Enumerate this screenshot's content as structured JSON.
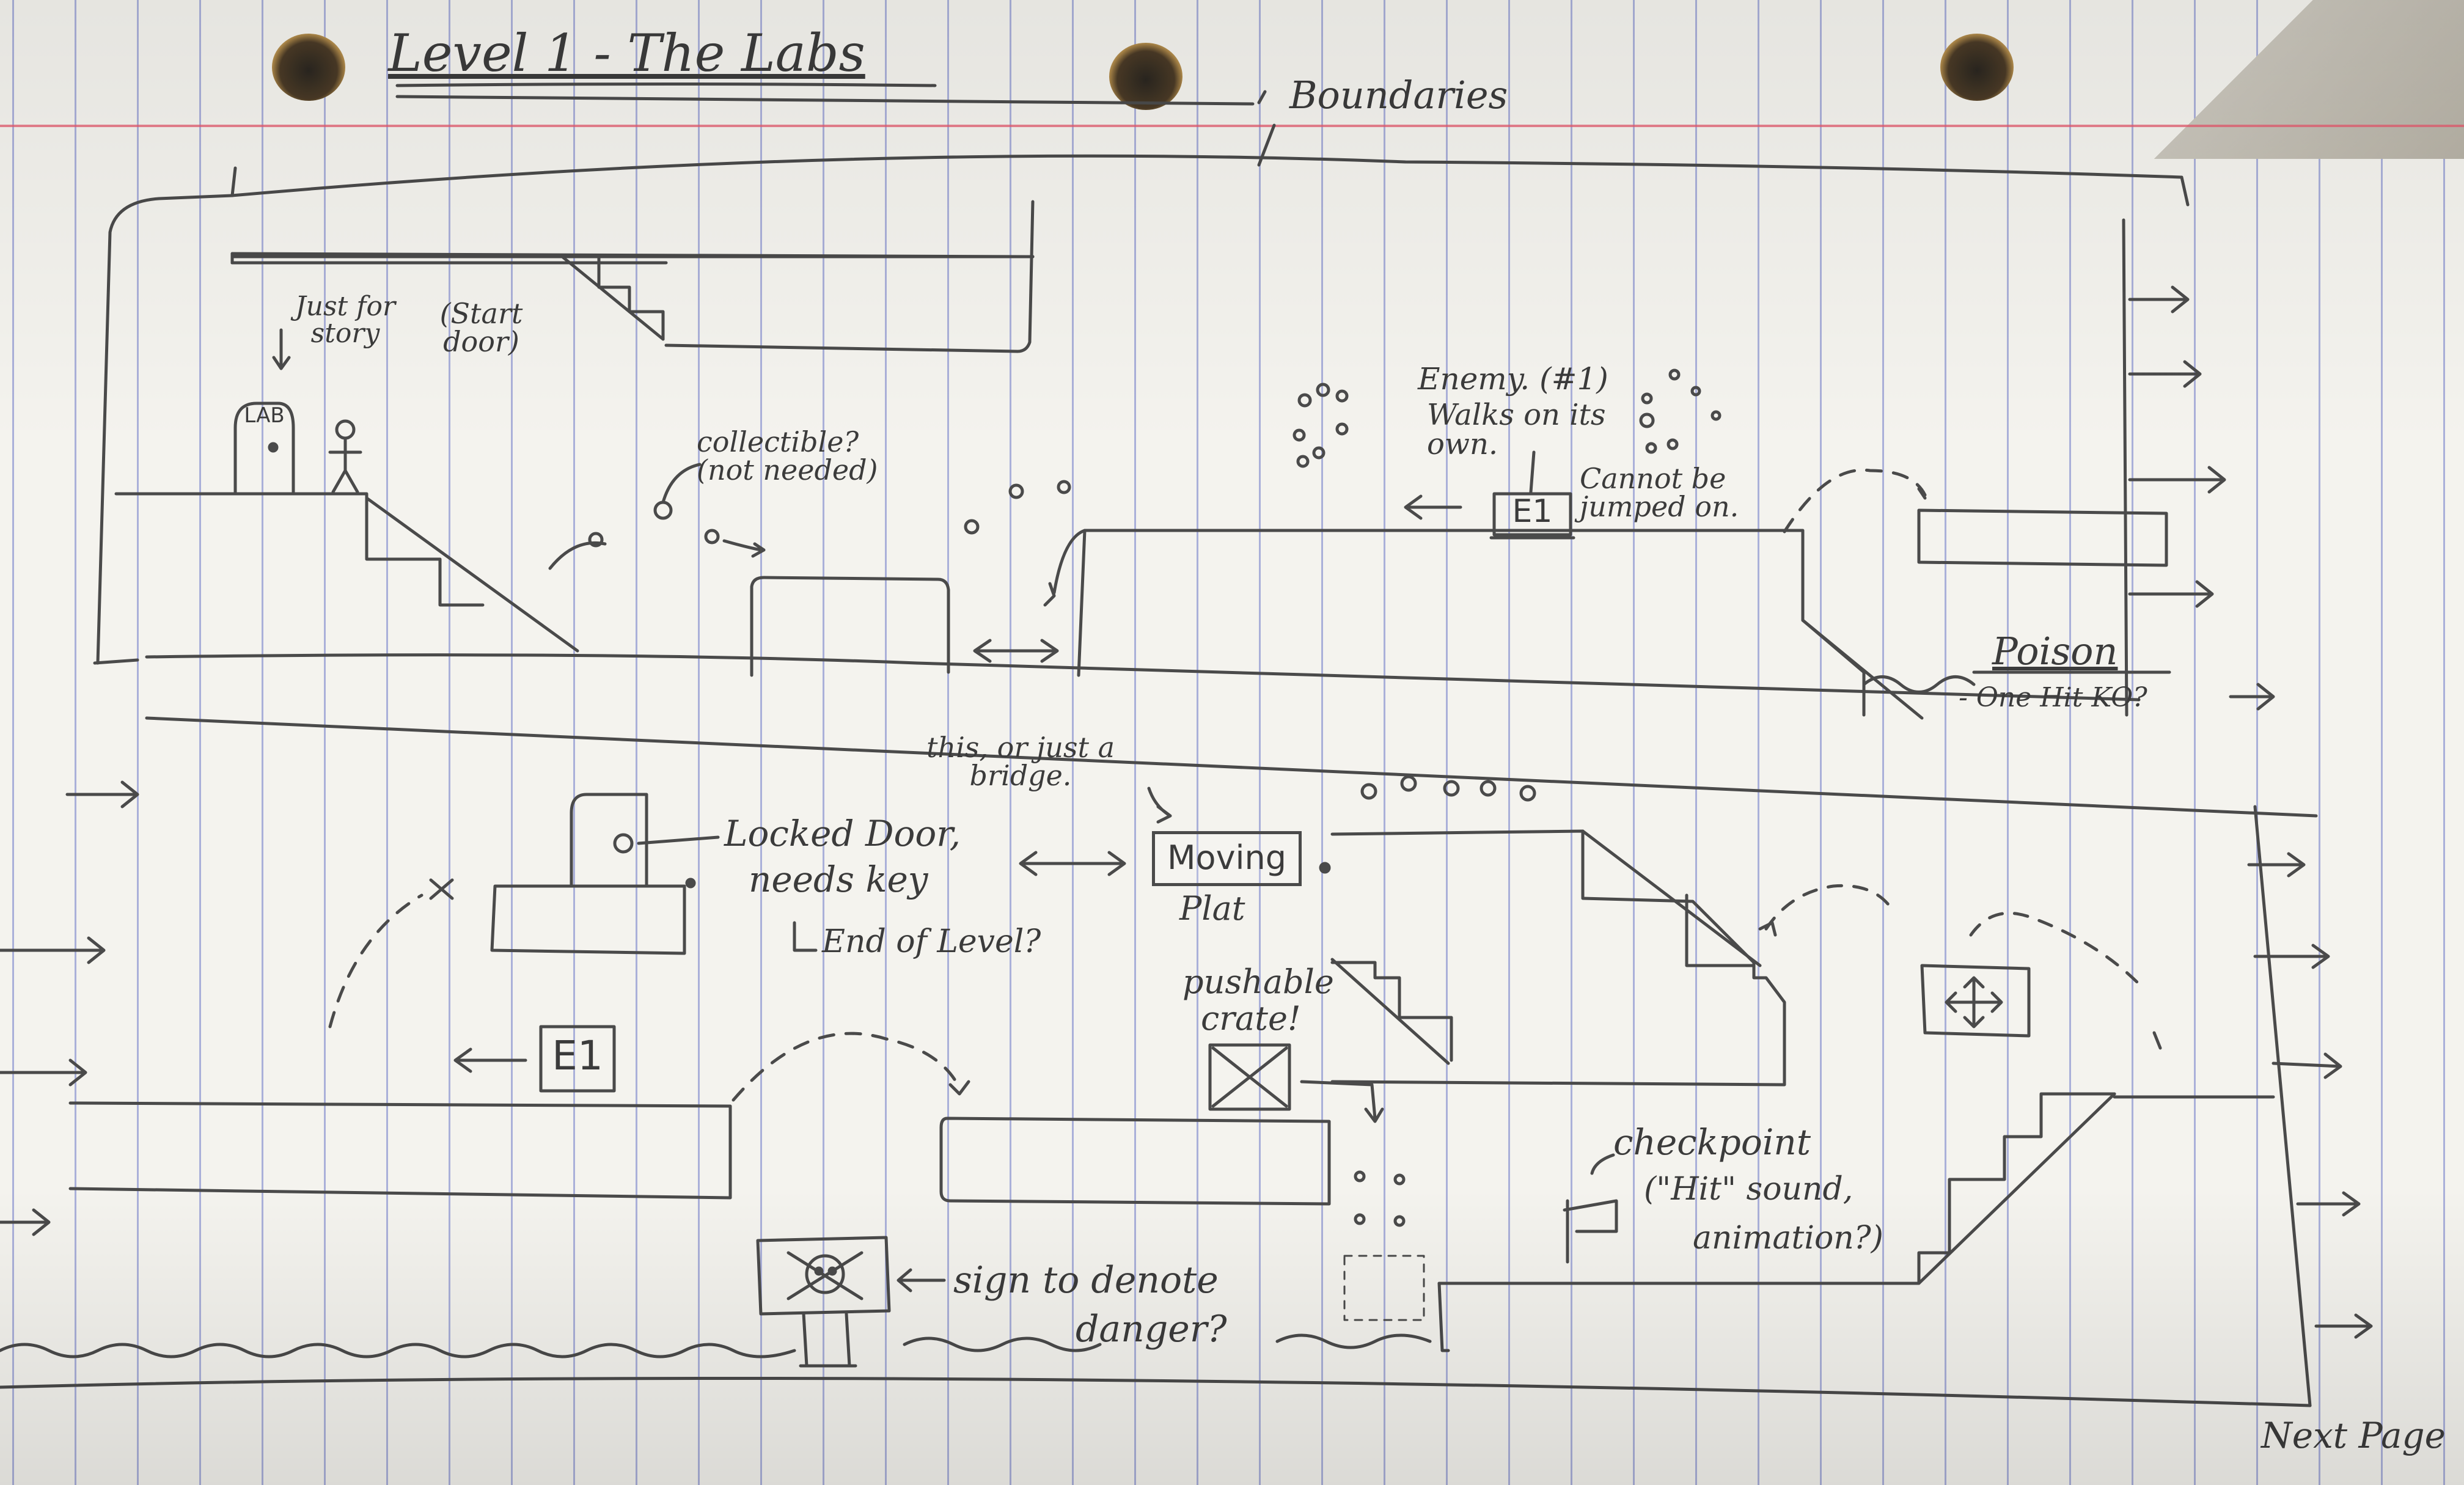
{
  "title": "Level 1 - The Labs",
  "annotations": {
    "boundaries": "Boundaries",
    "just_for_story": "Just for story",
    "start_door": "(Start door)",
    "lab_sign": "LAB",
    "collectible": "collectible? (not needed)",
    "enemy_note_1": "Enemy. (#1)",
    "enemy_note_2": "Walks on its own.",
    "enemy_note_3": "Cannot be jumped on.",
    "enemy_label": "E1",
    "poison": "Poison",
    "one_hit": "- One Hit KO?",
    "bridge_note": "this, or just a bridge.",
    "locked_door_1": "Locked Door,",
    "locked_door_2": "needs key",
    "end_of_level": "End of Level?",
    "moving_plat_1": "Moving",
    "moving_plat_2": "Plat",
    "pushable_1": "pushable",
    "pushable_2": "crate!",
    "checkpoint_1": "checkpoint",
    "checkpoint_2": "(\"Hit\" sound,",
    "checkpoint_3": "animation?)",
    "danger_1": "sign to denote",
    "danger_2": "danger?",
    "next_page": "Next Page"
  },
  "colors": {
    "paper": "#f4f3ee",
    "rule_blue": "#6e78c8",
    "margin_red": "#e65a6e",
    "pencil": "#4a4a4a"
  }
}
